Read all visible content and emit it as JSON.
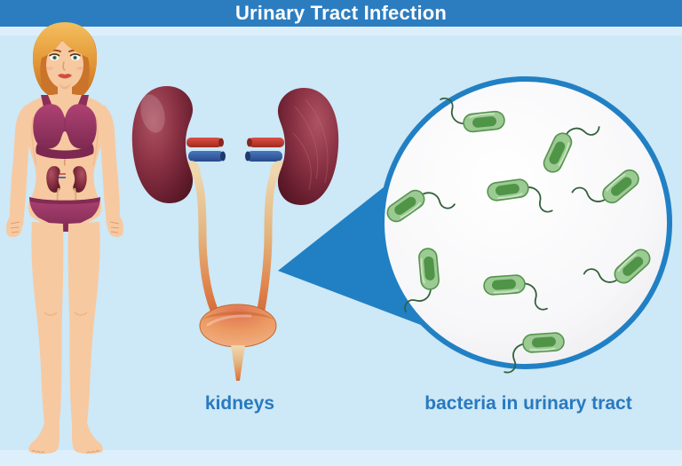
{
  "header": {
    "title": "Urinary Tract Infection"
  },
  "labels": {
    "kidneys": "kidneys",
    "magnifier": "bacteria in urinary tract"
  },
  "magnifier": {
    "bacteria_count": 9,
    "bacteria_shape": "rod-with-flagellum"
  },
  "colors": {
    "banner": "#2c7dc0",
    "background": "#cde8f6",
    "footer-strip": "#ddeffb",
    "label-text": "#2979bf",
    "circle-border": "#2180c4",
    "bacteria-body": "#9cca93",
    "bacteria-core": "#4f9447",
    "kidney": "#7c2838",
    "artery-red": "#c23a30",
    "vein-blue": "#3a67b0",
    "ureter": "#ead0a6",
    "bladder": "#ec9a62",
    "skin": "#f7c9a1",
    "hair": "#e8a33f",
    "underwear": "#a03a68"
  }
}
